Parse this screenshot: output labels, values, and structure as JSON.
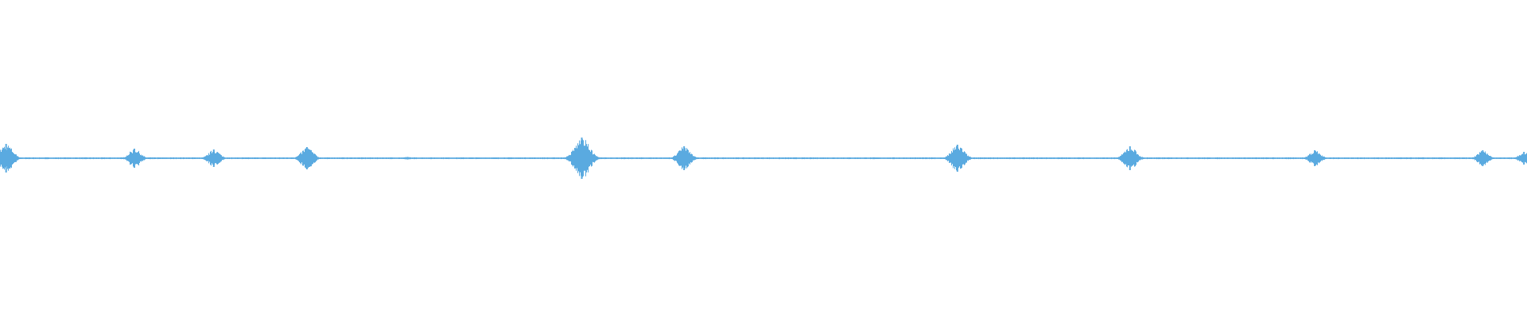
{
  "waveform": {
    "color": "#5aaae0",
    "peaks": [
      {
        "time_frac": 0.004,
        "amplitude": 0.09
      },
      {
        "time_frac": 0.088,
        "amplitude": 0.06
      },
      {
        "time_frac": 0.14,
        "amplitude": 0.055
      },
      {
        "time_frac": 0.201,
        "amplitude": 0.07
      },
      {
        "time_frac": 0.267,
        "amplitude": 0.008
      },
      {
        "time_frac": 0.381,
        "amplitude": 0.13
      },
      {
        "time_frac": 0.448,
        "amplitude": 0.075
      },
      {
        "time_frac": 0.627,
        "amplitude": 0.085
      },
      {
        "time_frac": 0.74,
        "amplitude": 0.075
      },
      {
        "time_frac": 0.861,
        "amplitude": 0.05
      },
      {
        "time_frac": 0.971,
        "amplitude": 0.05
      },
      {
        "time_frac": 0.998,
        "amplitude": 0.04
      }
    ]
  }
}
